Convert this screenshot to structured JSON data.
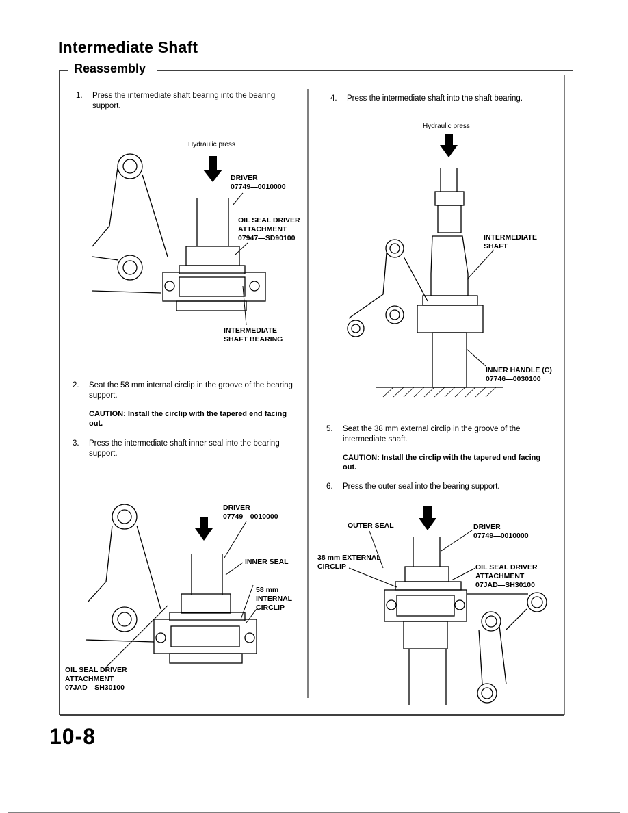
{
  "title": "Intermediate Shaft",
  "section": "Reassembly",
  "page_number": "10-8",
  "steps": [
    {
      "num": "1.",
      "text": "Press the intermediate shaft bearing into the bearing support."
    },
    {
      "num": "2.",
      "text": "Seat the 58 mm internal circlip in the groove of the bearing support."
    },
    {
      "num": "3.",
      "text": "Press the intermediate shaft inner seal into the bearing support."
    },
    {
      "num": "4.",
      "text": "Press the intermediate shaft into the shaft bearing."
    },
    {
      "num": "5.",
      "text": "Seat the 38 mm external circlip in the groove of the intermediate shaft."
    },
    {
      "num": "6.",
      "text": "Press the outer seal into the bearing support."
    }
  ],
  "cautions": {
    "step2": "CAUTION: Install the circlip with the tapered end facing out.",
    "step5": "CAUTION: Install the circlip with the tapered end facing out."
  },
  "fig1": {
    "press": "Hydraulic press",
    "driver": "DRIVER",
    "driver_pn": "07749—0010000",
    "attach1": "OIL SEAL DRIVER",
    "attach2": "ATTACHMENT",
    "attach_pn": "07947—SD90100",
    "bearing1": "INTERMEDIATE",
    "bearing2": "SHAFT BEARING"
  },
  "fig2": {
    "driver": "DRIVER",
    "driver_pn": "07749—0010000",
    "inner_seal": "INNER SEAL",
    "circlip1": "58 mm",
    "circlip2": "INTERNAL",
    "circlip3": "CIRCLIP",
    "attach1": "OIL SEAL DRIVER",
    "attach2": "ATTACHMENT",
    "attach_pn": "07JAD—SH30100"
  },
  "fig3": {
    "press": "Hydraulic press",
    "shaft1": "INTERMEDIATE",
    "shaft2": "SHAFT",
    "handle1": "INNER HANDLE (C)",
    "handle_pn": "07746—0030100"
  },
  "fig4": {
    "outer_seal": "OUTER SEAL",
    "driver": "DRIVER",
    "driver_pn": "07749—0010000",
    "circlip1": "38 mm EXTERNAL",
    "circlip2": "CIRCLIP",
    "attach1": "OIL SEAL DRIVER",
    "attach2": "ATTACHMENT",
    "attach_pn": "07JAD—SH30100"
  }
}
